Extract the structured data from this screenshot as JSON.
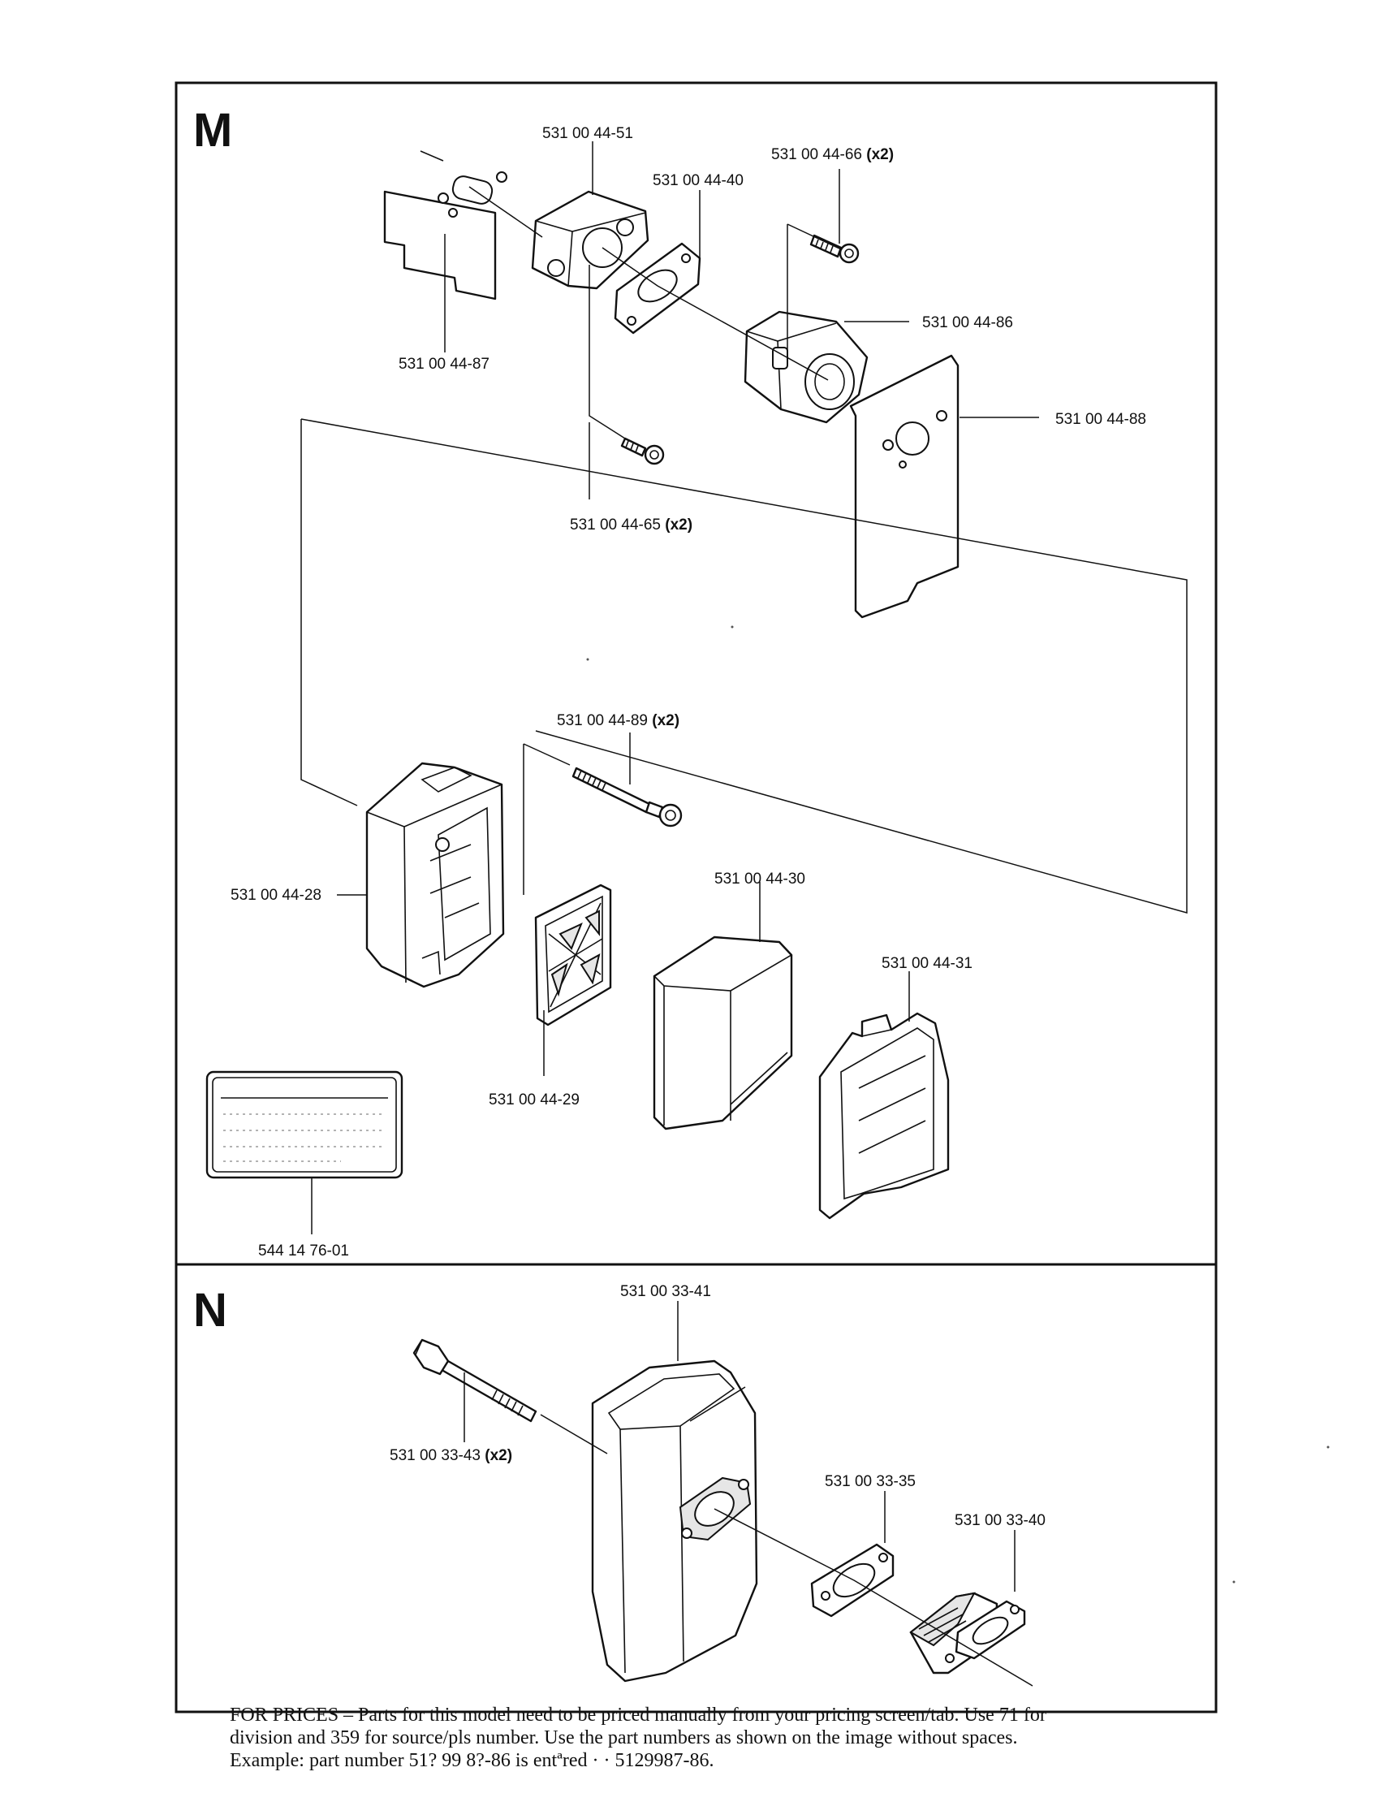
{
  "sections": {
    "m": {
      "letter": "M",
      "parts": [
        {
          "part_number": "531 00 44-51",
          "qty": ""
        },
        {
          "part_number": "531 00 44-66",
          "qty": "(x2)"
        },
        {
          "part_number": "531 00 44-40",
          "qty": ""
        },
        {
          "part_number": "531 00 44-86",
          "qty": ""
        },
        {
          "part_number": "531 00 44-87",
          "qty": ""
        },
        {
          "part_number": "531 00 44-88",
          "qty": ""
        },
        {
          "part_number": "531 00 44-65",
          "qty": "(x2)"
        },
        {
          "part_number": "531 00 44-89",
          "qty": "(x2)"
        },
        {
          "part_number": "531 00 44-30",
          "qty": ""
        },
        {
          "part_number": "531 00 44-28",
          "qty": ""
        },
        {
          "part_number": "531 00 44-31",
          "qty": ""
        },
        {
          "part_number": "531 00 44-29",
          "qty": ""
        },
        {
          "part_number": "544 14 76-01",
          "qty": ""
        }
      ]
    },
    "n": {
      "letter": "N",
      "parts": [
        {
          "part_number": "531 00 33-41",
          "qty": ""
        },
        {
          "part_number": "531 00 33-43",
          "qty": "(x2)"
        },
        {
          "part_number": "531 00 33-35",
          "qty": ""
        },
        {
          "part_number": "531 00 33-40",
          "qty": ""
        }
      ]
    }
  },
  "footer": {
    "line1": "FOR PRICES – Parts for this model need to be priced manually from your pricing screen/tab.  Use 71 for",
    "line2": "division and 359 for source/pls number.  Use the part numbers as shown on the image without spaces.",
    "line3": "Example: part number 51? 99 8?-86 is entªred · · 5129987-86."
  }
}
